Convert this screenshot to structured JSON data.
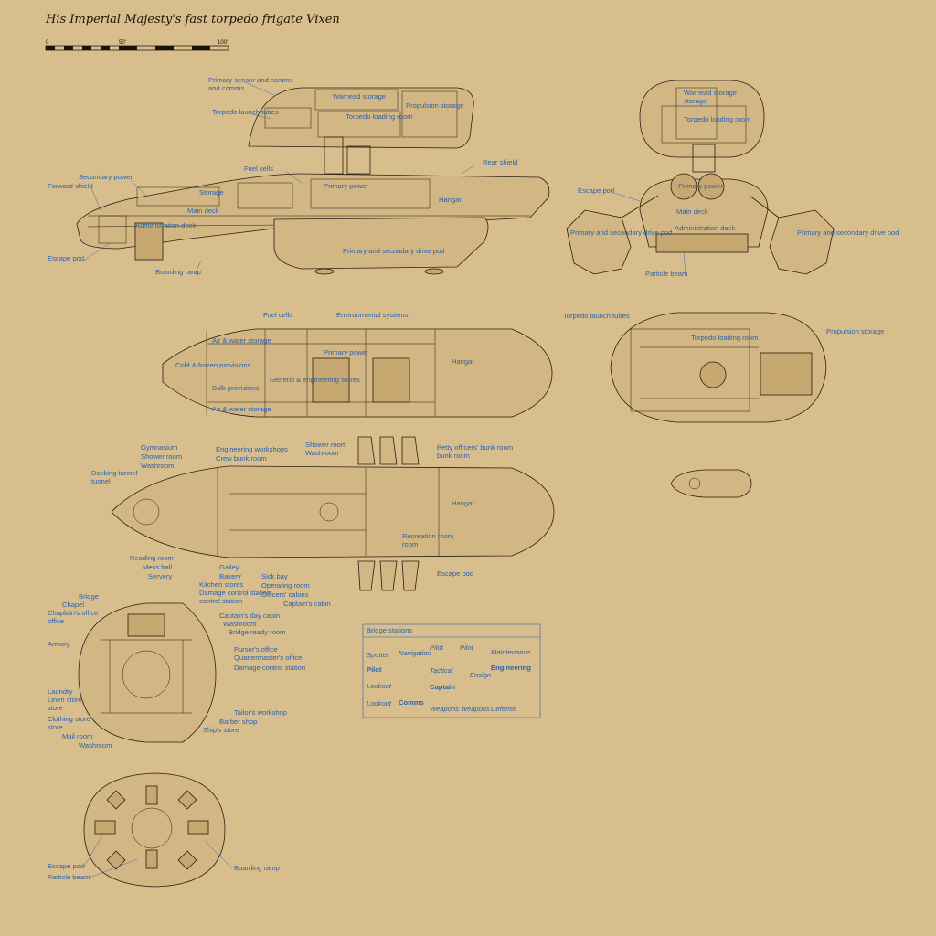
{
  "title": "His Imperial Majesty's fast torpedo frigate Vixen",
  "scale": {
    "ticks": [
      "0",
      "50'",
      "100'"
    ]
  },
  "side_view": {
    "labels": [
      "Primary sensor and comms",
      "Torpedo launch tubes",
      "Warhead storage",
      "Torpedo loading room",
      "Propulsion storage",
      "Fuel cells",
      "Rear shield",
      "Secondary power",
      "Forward shield",
      "Storage",
      "Primary power",
      "Hangar",
      "Main deck",
      "Administration deck",
      "Escape pod",
      "Primary and secondary drive pod",
      "Boarding ramp"
    ]
  },
  "front_view": {
    "labels": [
      "Warhead storage",
      "Torpedo loading room",
      "Primary power",
      "Escape pod",
      "Main deck",
      "Administration deck",
      "Primary and secondary drive pod",
      "Primary and secondary drive pod",
      "Particle beam"
    ]
  },
  "engineering_deck": {
    "labels": [
      "Fuel cells",
      "Environmental systems",
      "Air & water storage",
      "Primary power",
      "Cold & frozen provisions",
      "Bulk provisions",
      "General & engineering stores",
      "Hangar",
      "Air & water storage"
    ]
  },
  "top_pod": {
    "labels": [
      "Torpedo launch tubes",
      "Torpedo loading room",
      "Propulsion storage"
    ]
  },
  "main_deck": {
    "labels": [
      "Gymnasium",
      "Shower room",
      "Washroom",
      "Docking tunnel",
      "Engineering workshops",
      "Crew bunk room",
      "Shower room",
      "Washroom",
      "Petty officers' bunk room",
      "Hangar",
      "Recreation room",
      "Escape pod",
      "Reading room",
      "Mess hall",
      "Servery",
      "Galley",
      "Bakery",
      "Kitchen stores",
      "Damage control station",
      "Sick bay",
      "Operating room",
      "Officers' cabins",
      "Captain's cabin"
    ]
  },
  "admin_deck": {
    "labels": [
      "Bridge",
      "Chapel",
      "Chaplain's office",
      "Armory",
      "Laundry",
      "Linen store",
      "Clothing store",
      "Mail room",
      "Washroom",
      "Captain's day cabin",
      "Washroom",
      "Bridge ready room",
      "Purser's office",
      "Quartermaster's office",
      "Damage control station",
      "Tailor's workshop",
      "Barber shop",
      "Ship's store"
    ]
  },
  "drive_pod": {
    "labels": [
      "Escape pod",
      "Particle beam",
      "Boarding ramp"
    ]
  },
  "bridge_stations": {
    "title": "Bridge stations",
    "stations": [
      "Spotter",
      "Navigation",
      "Pilot",
      "Pilot",
      "Maintenance",
      "Pilot",
      "Tactical",
      "Ensign",
      "Engineering",
      "Lookout",
      "Captain",
      "Lookout",
      "Comms",
      "Weapons",
      "Weapons",
      "Defense"
    ]
  },
  "colors": {
    "paper": "#d8be8c",
    "ink": "#2a1f10",
    "label": "#2a63b0"
  }
}
